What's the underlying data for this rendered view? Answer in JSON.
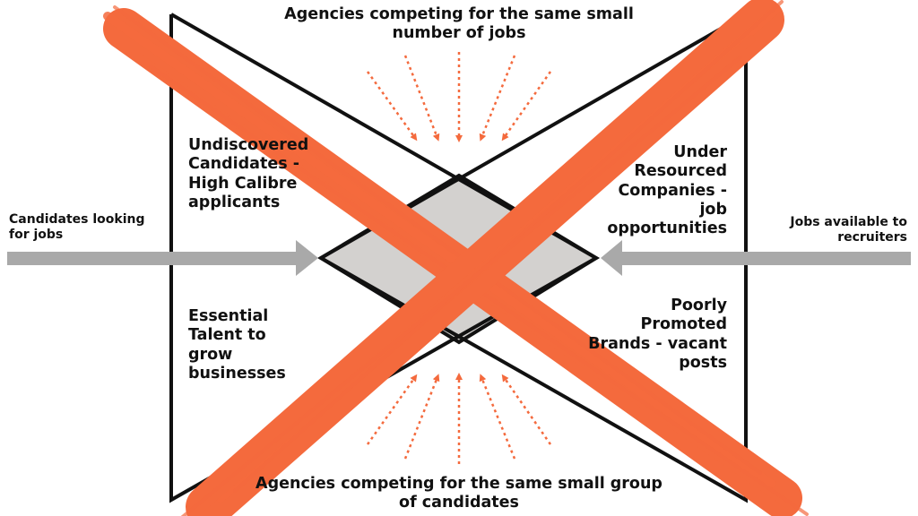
{
  "labels": {
    "top": "Agencies competing for the same small number of jobs",
    "bottom": "Agencies competing for the same small group of candidates",
    "left": "Candidates looking for jobs",
    "right": "Jobs available to recruiters",
    "top_left": "Undiscovered Candidates - High Calibre applicants",
    "top_right": "Under Resourced Companies - job opportunities",
    "bottom_left": "Essential Talent to grow businesses",
    "bottom_right": "Poorly Promoted Brands - vacant posts"
  },
  "colors": {
    "accent": "#f46a3d",
    "line": "#111111",
    "arrow": "#a9a9a9",
    "center_fill": "#d3d1cf"
  }
}
